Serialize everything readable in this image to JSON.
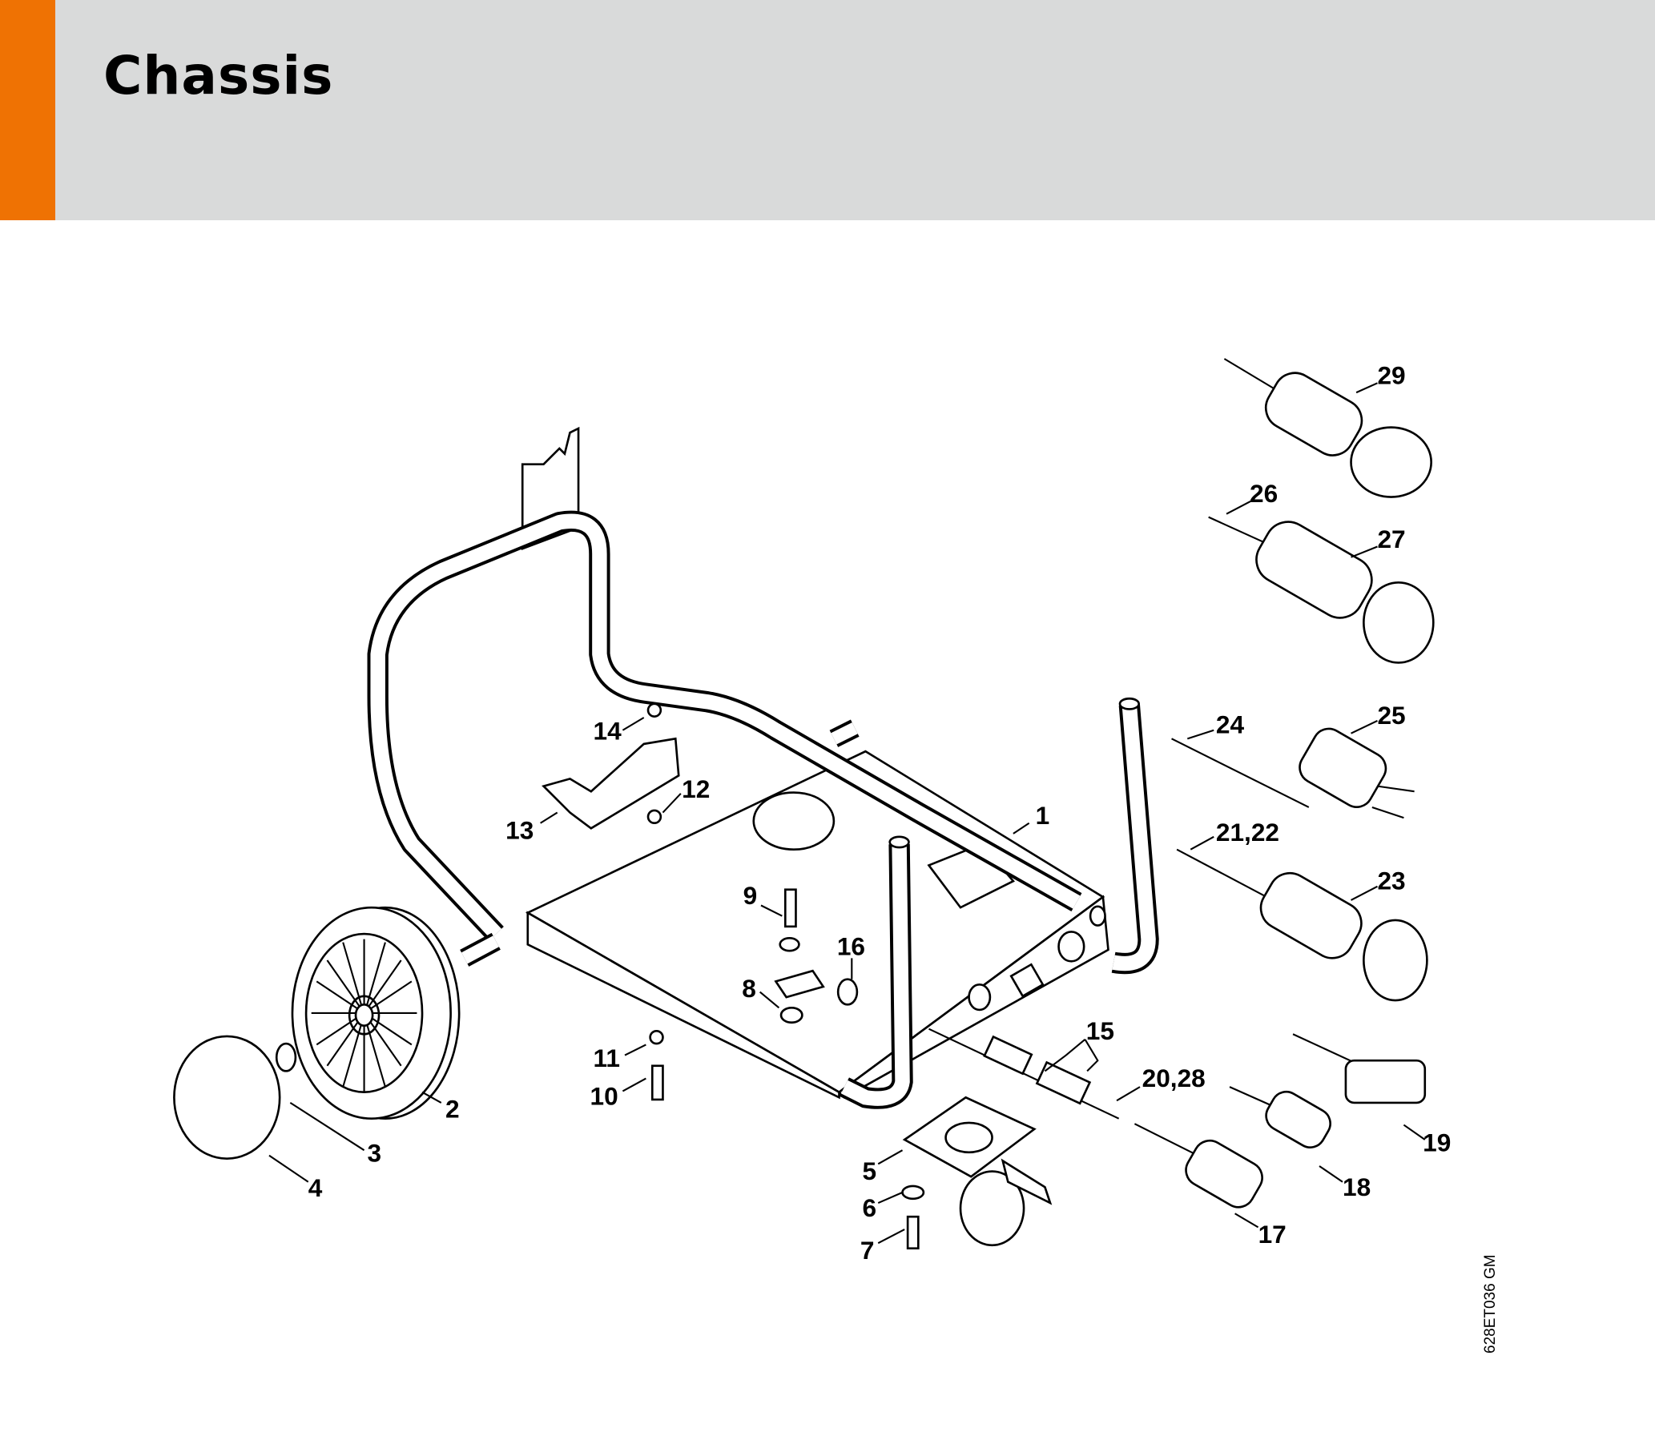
{
  "header": {
    "title": "Chassis",
    "accent_color": "#ef7203",
    "background_color": "#d9dada"
  },
  "diagram": {
    "drawing_code": "628ET036 GM",
    "callouts": {
      "c1": "1",
      "c2": "2",
      "c3": "3",
      "c4": "4",
      "c5": "5",
      "c6": "6",
      "c7": "7",
      "c8": "8",
      "c9": "9",
      "c10": "10",
      "c11": "11",
      "c12": "12",
      "c13": "13",
      "c14": "14",
      "c15": "15",
      "c16": "16",
      "c17": "17",
      "c18": "18",
      "c19": "19",
      "c20_28": "20,28",
      "c21_22": "21,22",
      "c23": "23",
      "c24": "24",
      "c25": "25",
      "c26": "26",
      "c27": "27",
      "c29": "29"
    }
  }
}
